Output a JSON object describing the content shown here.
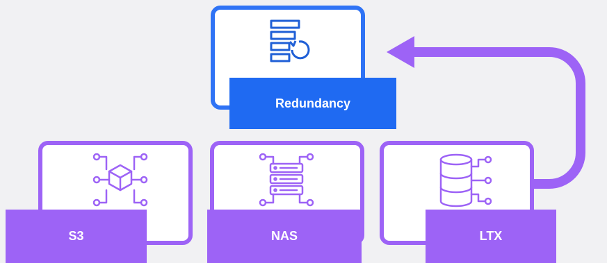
{
  "colors": {
    "background": "#f1f1f3",
    "blue_accent": "#2f73f5",
    "purple_accent": "#9d63f6",
    "icon_blue": "#2f73f5",
    "icon_purple": "#9d63f6"
  },
  "nodes": {
    "redundancy": {
      "label": "Redundancy",
      "icon": "redundancy-icon"
    },
    "s3": {
      "label": "S3",
      "icon": "cube-network-icon"
    },
    "nas": {
      "label": "NAS",
      "icon": "server-stack-icon"
    },
    "ltx": {
      "label": "LTX",
      "icon": "database-icon"
    }
  },
  "connector": {
    "from": "LTX",
    "to": "Redundancy",
    "style": "arrow"
  }
}
